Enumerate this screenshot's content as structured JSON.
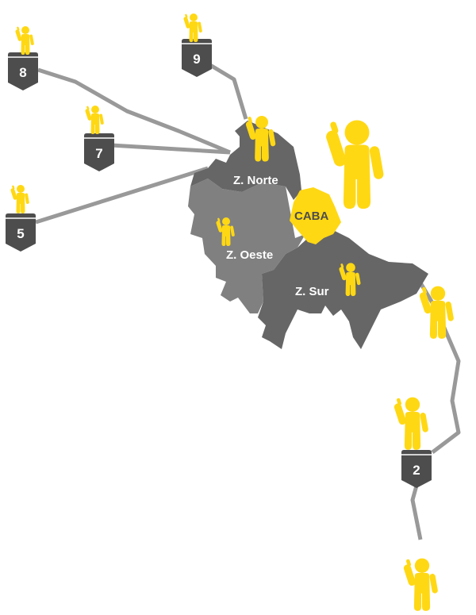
{
  "colors": {
    "person": "#ffd814",
    "route_line": "#999999",
    "shield": "#4d4d4d",
    "zona_norte": "#666666",
    "zona_oeste": "#808080",
    "zona_sur": "#666666",
    "caba": "#ffd814"
  },
  "zones": {
    "norte": {
      "label": "Z. Norte"
    },
    "oeste": {
      "label": "Z. Oeste"
    },
    "sur": {
      "label": "Z. Sur"
    },
    "caba": {
      "label": "CABA"
    }
  },
  "routes": [
    {
      "number": "8"
    },
    {
      "number": "9"
    },
    {
      "number": "7"
    },
    {
      "number": "5"
    },
    {
      "number": "2"
    }
  ],
  "icons": {
    "person": "person-waving-icon",
    "shield": "route-shield-icon"
  }
}
